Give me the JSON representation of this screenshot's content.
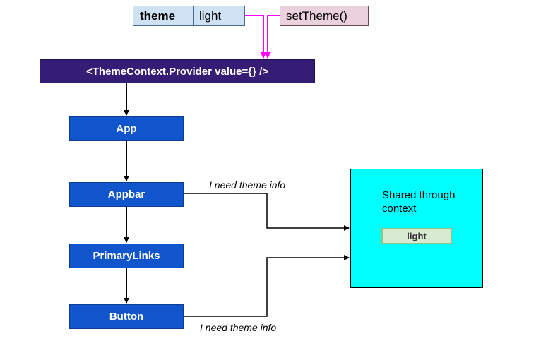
{
  "state": {
    "key": "theme",
    "value": "light",
    "setter": "setTheme()"
  },
  "provider": {
    "label": "<ThemeContext.Provider value={} />"
  },
  "components": {
    "app": "App",
    "appbar": "Appbar",
    "primary_links": "PrimaryLinks",
    "button": "Button"
  },
  "notes": {
    "appbar_need": "I need theme info",
    "button_need": "I need theme info"
  },
  "context_store": {
    "description": "Shared through context",
    "value": "light"
  },
  "colors": {
    "provider_bg": "#351c75",
    "component_bg": "#1155cc",
    "state_bg": "#cfe2f3",
    "setter_bg": "#ead1dc",
    "context_bg": "#00ffff",
    "value_chip_bg": "#d9ead3",
    "injection_arrow": "#ff00ff",
    "flow_arrow": "#000000"
  }
}
